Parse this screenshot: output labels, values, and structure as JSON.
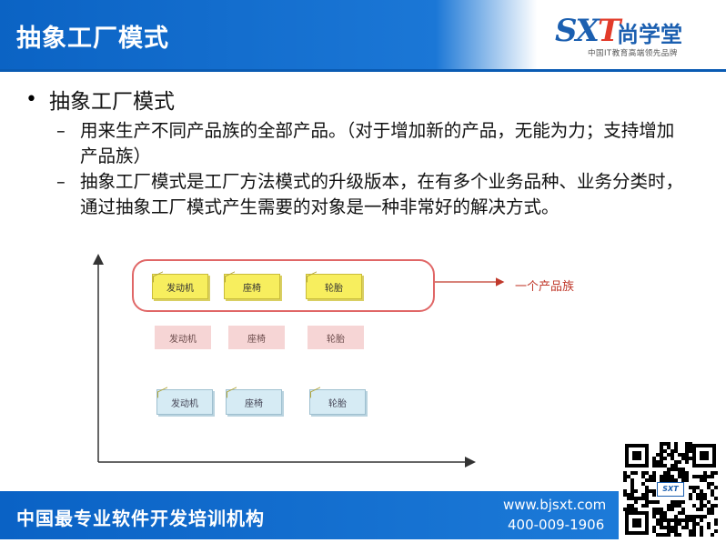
{
  "slide": {
    "title": "抽象工厂模式",
    "bullet": "抽象工厂模式",
    "sub_bullets": [
      {
        "dash": "–",
        "text": "用来生产不同产品族的全部产品。（对于增加新的产品，无能为力；支持增加产品族）"
      },
      {
        "dash": "–",
        "text": " 抽象工厂模式是工厂方法模式的升级版本，在有多个业务品种、业务分类时，通过抽象工厂模式产生需要的对象是一种非常好的解决方式。"
      }
    ]
  },
  "logo": {
    "mark_left": "SX",
    "mark_right": "T",
    "name": "尚学堂",
    "slogan": "中国IT教育高端领先品牌"
  },
  "diagram": {
    "rows": [
      {
        "style": "yellow",
        "items": [
          "发动机",
          "座椅",
          "轮胎"
        ]
      },
      {
        "style": "pink",
        "items": [
          "发动机",
          "座椅",
          "轮胎"
        ]
      },
      {
        "style": "blue",
        "items": [
          "发动机",
          "座椅",
          "轮胎"
        ]
      }
    ],
    "callout": "一个产品族",
    "colors": {
      "highlight": "#e06666",
      "axis": "#333333",
      "arrow": "#c0392b"
    }
  },
  "footer": {
    "slogan": "中国最专业软件开发培训机构",
    "website": "www.bjsxt.com",
    "phone": "400-009-1906"
  },
  "qr": {
    "badge": "SXT"
  }
}
